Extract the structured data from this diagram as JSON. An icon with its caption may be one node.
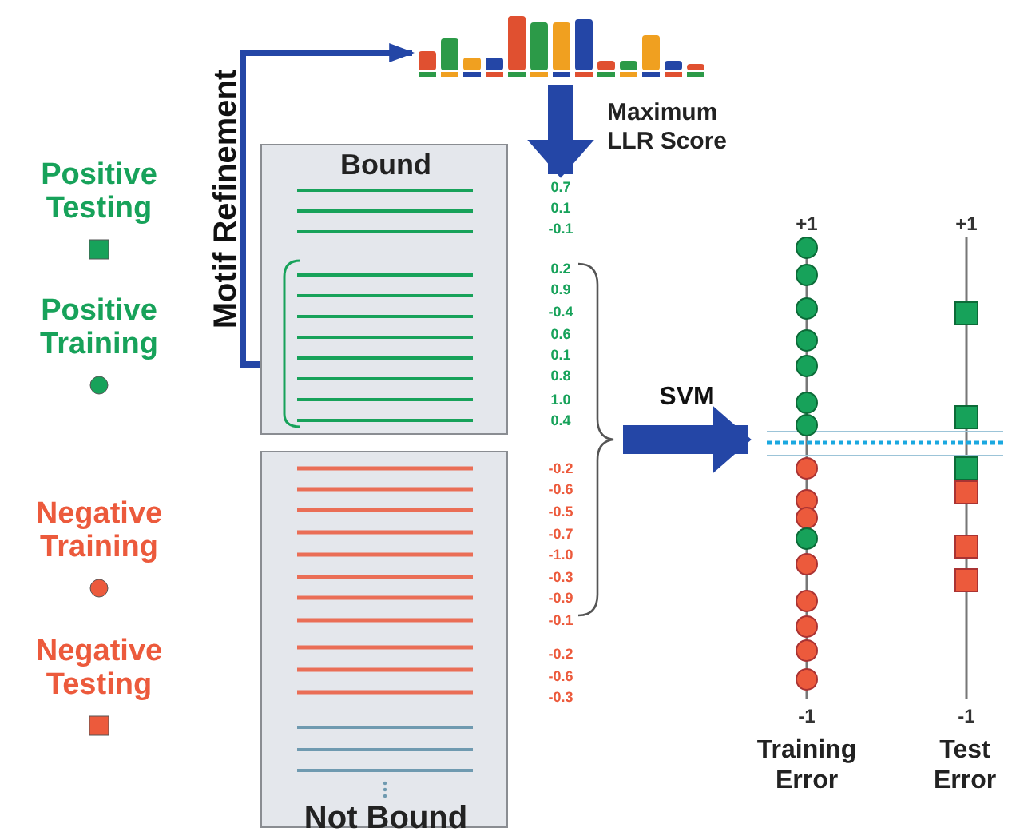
{
  "diagram": {
    "nodes": [
      {
        "text": [
          "Bound"
        ]
      },
      {
        "text": [
          "Not Bound"
        ]
      },
      {
        "text": [],
        "shape": "picture"
      },
      {
        "text": [],
        "shape": "picture",
        "beside": [
          "+1",
          "+1",
          "-1",
          "-1",
          "Training Error",
          "Test Error"
        ]
      },
      {
        "text": [],
        "shape": "brace"
      },
      {
        "text": [
          "0.7"
        ]
      }
    ],
    "edges": [
      {
        "from": 0,
        "to": 2,
        "arrow": "to",
        "label": "Motif Refinement"
      },
      {
        "from": 2,
        "to": 5,
        "arrow": "to",
        "label": "Maximum LLR Score"
      },
      {
        "from": 4,
        "to": 3,
        "arrow": "to",
        "label": "SVM"
      }
    ],
    "labels": [
      "0.1",
      "-0.1",
      "0.2",
      "0.9",
      "-0.4",
      "0.6",
      "0.1",
      "0.8",
      "1.0",
      "0.4",
      "-0.2",
      "-0.6",
      "-0.5",
      "-0.7",
      "-1.0",
      "-0.3",
      "-0.9",
      "-0.1",
      "-0.2",
      "-0.6",
      "-0.3"
    ],
    "legend": [
      {
        "text": "Positive Testing"
      },
      {
        "text": "Positive Training"
      },
      {
        "text": "Negative Training"
      },
      {
        "text": "Negative Testing"
      }
    ]
  }
}
